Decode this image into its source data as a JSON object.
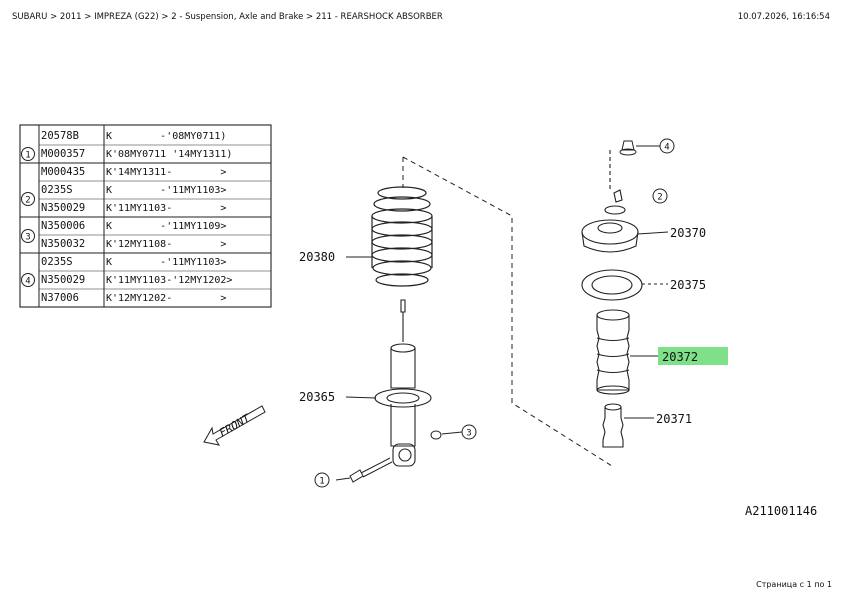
{
  "header": {
    "breadcrumb": "SUBARU > 2011 > IMPREZA (G22) > 2 - Suspension, Axle and Brake > 211 - REARSHOCK ABSORBER",
    "timestamp": "10.07.2026, 16:16:54"
  },
  "parts_table": [
    {
      "ref": "1",
      "rows": [
        {
          "part": "20578B",
          "range": "K        -'08MY0711)"
        },
        {
          "part": "M000357",
          "range": "K'08MY0711 '14MY1311)"
        }
      ]
    },
    {
      "ref": "2",
      "rows": [
        {
          "part": "M000435",
          "range": "K'14MY1311-        >"
        },
        {
          "part": "0235S",
          "range": "K        -'11MY1103>"
        },
        {
          "part": "N350029",
          "range": "K'11MY1103-        >"
        }
      ]
    },
    {
      "ref": "3",
      "rows": [
        {
          "part": "N350006",
          "range": "K        -'11MY1109>"
        },
        {
          "part": "N350032",
          "range": "K'12MY1108-        >"
        }
      ]
    },
    {
      "ref": "4",
      "rows": [
        {
          "part": "0235S",
          "range": "K        -'11MY1103>"
        },
        {
          "part": "N350029",
          "range": "K'11MY1103-'12MY1202>"
        },
        {
          "part": "N37006",
          "range": "K'12MY1202-        >"
        }
      ]
    }
  ],
  "callouts": {
    "c1": "1",
    "c2": "2",
    "c3": "3",
    "c4": "4"
  },
  "part_labels": {
    "p20380": "20380",
    "p20365": "20365",
    "p20370": "20370",
    "p20375": "20375",
    "p20372": "20372",
    "p20371": "20371"
  },
  "highlight_color": "#7fe08a",
  "front_label": "FRONT",
  "diagram_code": "A211001146",
  "footer": {
    "page": "Страница с 1 по 1"
  }
}
